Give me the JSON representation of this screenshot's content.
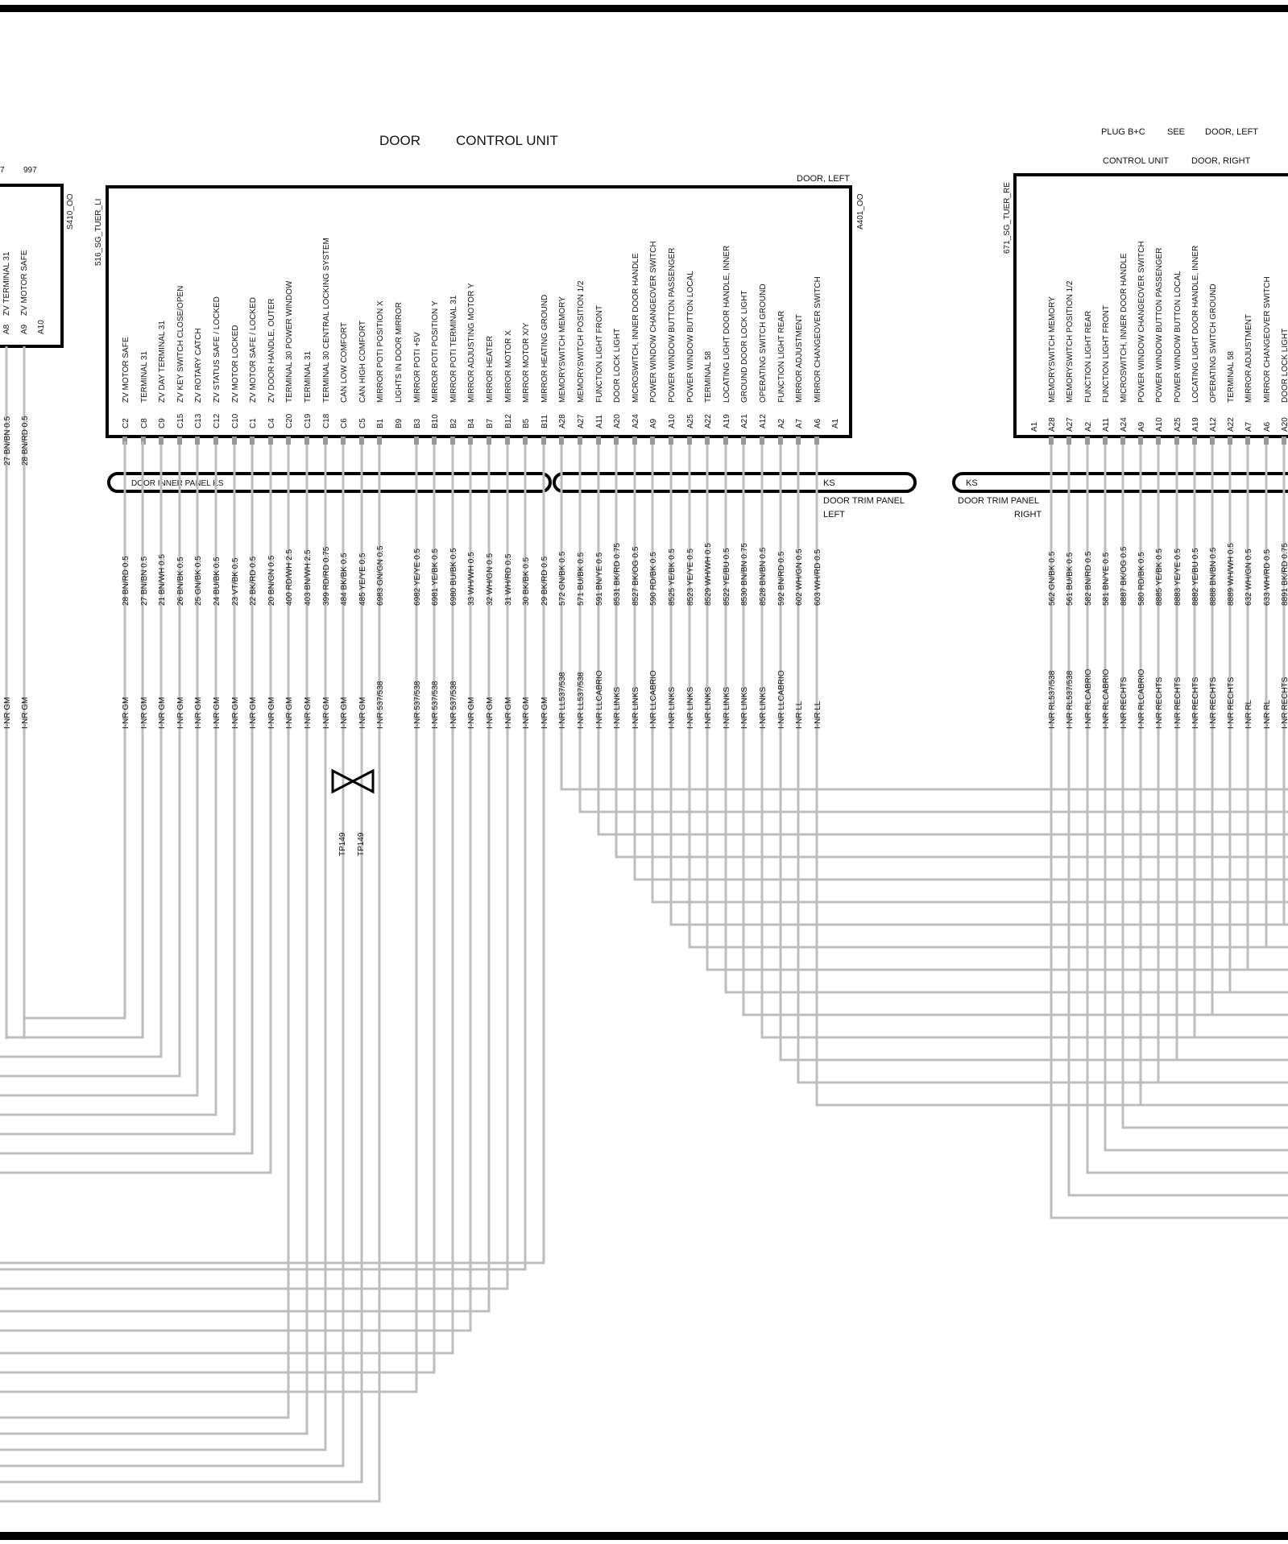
{
  "title": {
    "left": "DOOR",
    "right": "CONTROL UNIT"
  },
  "header_right": {
    "line1": [
      "PLUG B+C",
      "SEE",
      "DOOR, LEFT"
    ],
    "line2": [
      "CONTROL UNIT",
      "DOOR, RIGHT"
    ]
  },
  "left_partial_unit": {
    "top_num_a": "7",
    "top_num_b": "997",
    "id": "S410_OO",
    "pins": [
      {
        "pin": "A8",
        "desc": "ZV  TERMINAL 31"
      },
      {
        "pin": "A9",
        "desc": "ZV  MOTOR SAFE"
      },
      {
        "pin": "A10",
        "desc": ""
      }
    ],
    "wires_top": [
      "27 BN/BN 0.5",
      "28 BN/RD 0.5"
    ],
    "wires_bot": [
      "I-NR GM",
      "I-NR GM"
    ]
  },
  "left_unit": {
    "id": "516_SG_TUER_LI",
    "id2": "A401_OO",
    "corner_label": "DOOR, LEFT",
    "pins": [
      {
        "pin": "C2",
        "desc": "ZV   MOTOR   SAFE",
        "wire": "28 BN/RD 0.5",
        "conn": "I-NR GM"
      },
      {
        "pin": "C8",
        "desc": "TERMINAL 31",
        "wire": "27 BN/BN 0.5",
        "conn": "I-NR GM"
      },
      {
        "pin": "C9",
        "desc": "ZV   DAY   TERMINAL 31",
        "wire": "21 BN/WH 0.5",
        "conn": "I-NR GM"
      },
      {
        "pin": "C15",
        "desc": "ZV   KEY         SWITCH          CLOSE/OPEN",
        "wire": "26 BN/BK 0.5",
        "conn": "I-NR GM"
      },
      {
        "pin": "C13",
        "desc": "ZV   ROTARY CATCH",
        "wire": "25 GN/BK 0.5",
        "conn": "I-NR GM"
      },
      {
        "pin": "C12",
        "desc": "ZV   STATUS   SAFE  /  LOCKED",
        "wire": "24 BU/BK 0.5",
        "conn": "I-NR GM"
      },
      {
        "pin": "C10",
        "desc": "ZV   MOTOR LOCKED",
        "wire": "23 VT/BK 0.5",
        "conn": "I-NR GM"
      },
      {
        "pin": "C1",
        "desc": "ZV   MOTOR   SAFE  /  LOCKED",
        "wire": "22 BK/RD 0.5",
        "conn": "I-NR GM"
      },
      {
        "pin": "C4",
        "desc": "ZV   DOOR  HANDLE,  OUTER",
        "wire": "20 BN/GN 0.5",
        "conn": "I-NR GM"
      },
      {
        "pin": "C20",
        "desc": "TERMINAL 30    POWER WINDOW",
        "wire": "400 RD/WH 2.5",
        "conn": "I-NR GM"
      },
      {
        "pin": "C19",
        "desc": "TERMINAL 31",
        "wire": "403 BN/WH 2.5",
        "conn": "I-NR GM"
      },
      {
        "pin": "C18",
        "desc": "TERMINAL 30 CENTRAL LOCKING SYSTEM",
        "wire": "399 RD/RD 0.75",
        "conn": "I-NR GM"
      },
      {
        "pin": "C6",
        "desc": "CAN LOW         COMFORT",
        "wire": "484 BK/BK 0.5",
        "conn": "I-NR GM"
      },
      {
        "pin": "C5",
        "desc": "CAN HIGH       COMFORT",
        "wire": "485 YE/YE 0.5",
        "conn": "I-NR GM"
      },
      {
        "pin": "B1",
        "desc": "MIRROR       POTI      POSITION         X",
        "wire": "6983 GN/GN 0.5",
        "conn": "I-NR 537/538"
      },
      {
        "pin": "B9",
        "desc": "LIGHTS            IN DOOR MIRROR",
        "wire": "",
        "conn": ""
      },
      {
        "pin": "B3",
        "desc": "MIRROR       POTI      +5V",
        "wire": "6982 YE/YE 0.5",
        "conn": "I-NR 537/538"
      },
      {
        "pin": "B10",
        "desc": "MIRROR       POTI      POSITION         Y",
        "wire": "6981 YE/BK 0.5",
        "conn": "I-NR 537/538"
      },
      {
        "pin": "B2",
        "desc": "MIRROR       POTI      TERMINAL 31",
        "wire": "6980 BU/BK 0.5",
        "conn": "I-NR 537/538"
      },
      {
        "pin": "B4",
        "desc": "MIRROR       ADJUSTING   MOTOR   Y",
        "wire": "33 WH/WH 0.5",
        "conn": "I-NR GM"
      },
      {
        "pin": "B7",
        "desc": "MIRROR       HEATER",
        "wire": "32 WH/GN 0.5",
        "conn": "I-NR GM"
      },
      {
        "pin": "B12",
        "desc": "MIRROR       MOTOR     X",
        "wire": "31 WH/RD 0.5",
        "conn": "I-NR GM"
      },
      {
        "pin": "B5",
        "desc": "MIRROR       MOTOR     X/Y",
        "wire": "30 BK/BK 0.5",
        "conn": "I-NR GM"
      },
      {
        "pin": "B11",
        "desc": "MIRROR HEATING          GROUND",
        "wire": "29 BK/RD 0.5",
        "conn": "I-NR GM"
      },
      {
        "pin": "A28",
        "desc": "MEMORYSWITCH             MEMORY",
        "wire": "572 GN/BK 0.5",
        "conn": "I-NR LL537/538"
      },
      {
        "pin": "A27",
        "desc": "MEMORYSWITCH      POSITION     1/2",
        "wire": "571 BU/BK 0.5",
        "conn": "I-NR LL537/538"
      },
      {
        "pin": "A11",
        "desc": "FUNCTION   LIGHT        FRONT",
        "wire": "591 BN/YE 0.5",
        "conn": "I-NR LLCABRIO"
      },
      {
        "pin": "A20",
        "desc": "DOOR LOCK  LIGHT",
        "wire": "8531 BK/RD 0.75",
        "conn": "I-NR LINKS"
      },
      {
        "pin": "A24",
        "desc": "MICROSWITCH,            INNER DOOR    HANDLE",
        "wire": "8527 BK/OG 0.5",
        "conn": "I-NR LINKS"
      },
      {
        "pin": "A9",
        "desc": "POWER WINDOW   CHANGEOVER SWITCH",
        "wire": "590 RD/BK 0.5",
        "conn": "I-NR LLCABRIO"
      },
      {
        "pin": "A10",
        "desc": "POWER WINDOW    BUTTON     PASSENGER",
        "wire": "8525 YE/BK 0.5",
        "conn": "I-NR LINKS"
      },
      {
        "pin": "A25",
        "desc": "POWER WINDOW    BUTTON     LOCAL",
        "wire": "8523 YE/YE 0.5",
        "conn": "I-NR LINKS"
      },
      {
        "pin": "A22",
        "desc": "TERMINAL 58",
        "wire": "8529 WH/WH 0.5",
        "conn": "I-NR LINKS"
      },
      {
        "pin": "A19",
        "desc": "LOCATING LIGHT   DOOR  HANDLE,  INNER",
        "wire": "8522 YE/BU 0.5",
        "conn": "I-NR LINKS"
      },
      {
        "pin": "A21",
        "desc": "GROUND  DOOR LOCK LIGHT",
        "wire": "8530 BN/BN 0.75",
        "conn": "I-NR LINKS"
      },
      {
        "pin": "A12",
        "desc": "OPERATING SWITCH         GROUND",
        "wire": "8528 BN/BN 0.5",
        "conn": "I-NR LINKS"
      },
      {
        "pin": "A2",
        "desc": "FUNCTION   LIGHT        REAR",
        "wire": "592 BN/RD 0.5",
        "conn": "I-NR LLCABRIO"
      },
      {
        "pin": "A7",
        "desc": "MIRROR ADJUSTMENT",
        "wire": "602 WH/GN 0.5",
        "conn": "I-NR LL"
      },
      {
        "pin": "A6",
        "desc": "MIRROR CHANGEOVER SWITCH",
        "wire": "603 WH/RD 0.5",
        "conn": "I-NR LL"
      },
      {
        "pin": "A1",
        "desc": "",
        "wire": "",
        "conn": ""
      }
    ]
  },
  "right_unit": {
    "id": "671_SG_TUER_RE",
    "pins": [
      {
        "pin": "A1",
        "desc": "",
        "wire": "",
        "conn": ""
      },
      {
        "pin": "A28",
        "desc": "MEMORYSWITCH          MEMORY",
        "wire": "562 GN/BK 0.5",
        "conn": "I-NR RL537/538"
      },
      {
        "pin": "A27",
        "desc": "MEMORYSWITCH    POSITION    1/2",
        "wire": "561 BU/BK 0.5",
        "conn": "I-NR RL537/538"
      },
      {
        "pin": "A2",
        "desc": "FUNCTION   LIGHT        REAR",
        "wire": "582 BN/RD 0.5",
        "conn": "I-NR RLCABRIO"
      },
      {
        "pin": "A11",
        "desc": "FUNCTION   LIGHT        FRONT",
        "wire": "581 BN/YE 0.5",
        "conn": "I-NR RLCABRIO"
      },
      {
        "pin": "A24",
        "desc": "MICROSWITCH,          INNER DOOR    HANDLE",
        "wire": "8887 BK/OG 0.5",
        "conn": "I-NR RECHTS"
      },
      {
        "pin": "A9",
        "desc": "POWER WINDOW   CHANGEOVER SWITCH",
        "wire": "580 RD/BK 0.5",
        "conn": "I-NR RLCABRIO"
      },
      {
        "pin": "A10",
        "desc": "POWER WINDOW    BUTTON    PASSENGER",
        "wire": "8885 YE/BK 0.5",
        "conn": "I-NR RECHTS"
      },
      {
        "pin": "A25",
        "desc": "POWER WINDOW    BUTTON     LOCAL",
        "wire": "8883 YE/YE 0.5",
        "conn": "I-NR RECHTS"
      },
      {
        "pin": "A19",
        "desc": "LOCATING LIGHT     DOOR  HANDLE,  INNER",
        "wire": "8882 YE/BU 0.5",
        "conn": "I-NR RECHTS"
      },
      {
        "pin": "A12",
        "desc": "OPERATING SWITCH          GROUND",
        "wire": "8888 BN/BN 0.5",
        "conn": "I-NR RECHTS"
      },
      {
        "pin": "A22",
        "desc": "TERMINAL 58",
        "wire": "8889 WH/WH 0.5",
        "conn": "I-NR RECHTS"
      },
      {
        "pin": "A7",
        "desc": "MIRROR ADJUSTMENT",
        "wire": "632 WH/GN 0.5",
        "conn": "I-NR RL"
      },
      {
        "pin": "A6",
        "desc": "MIRROR CHANGEOVER SWITCH",
        "wire": "633 WH/RD 0.5",
        "conn": "I-NR RL"
      },
      {
        "pin": "A20",
        "desc": "DOOR LOCK   LIGHT",
        "wire": "8891 BK/RD 0.75",
        "conn": "I-NR RECHTS"
      }
    ]
  },
  "harness": {
    "left_a": "DOOR INNER PANEL KS",
    "left_b": "KS",
    "left_b_desc1": "DOOR TRIM PANEL",
    "left_b_desc2": "LEFT",
    "right_a": "KS",
    "right_desc1": "DOOR TRIM PANEL",
    "right_desc2": "RIGHT"
  },
  "test_point": {
    "label1": "TP149",
    "label2": "TP149"
  }
}
